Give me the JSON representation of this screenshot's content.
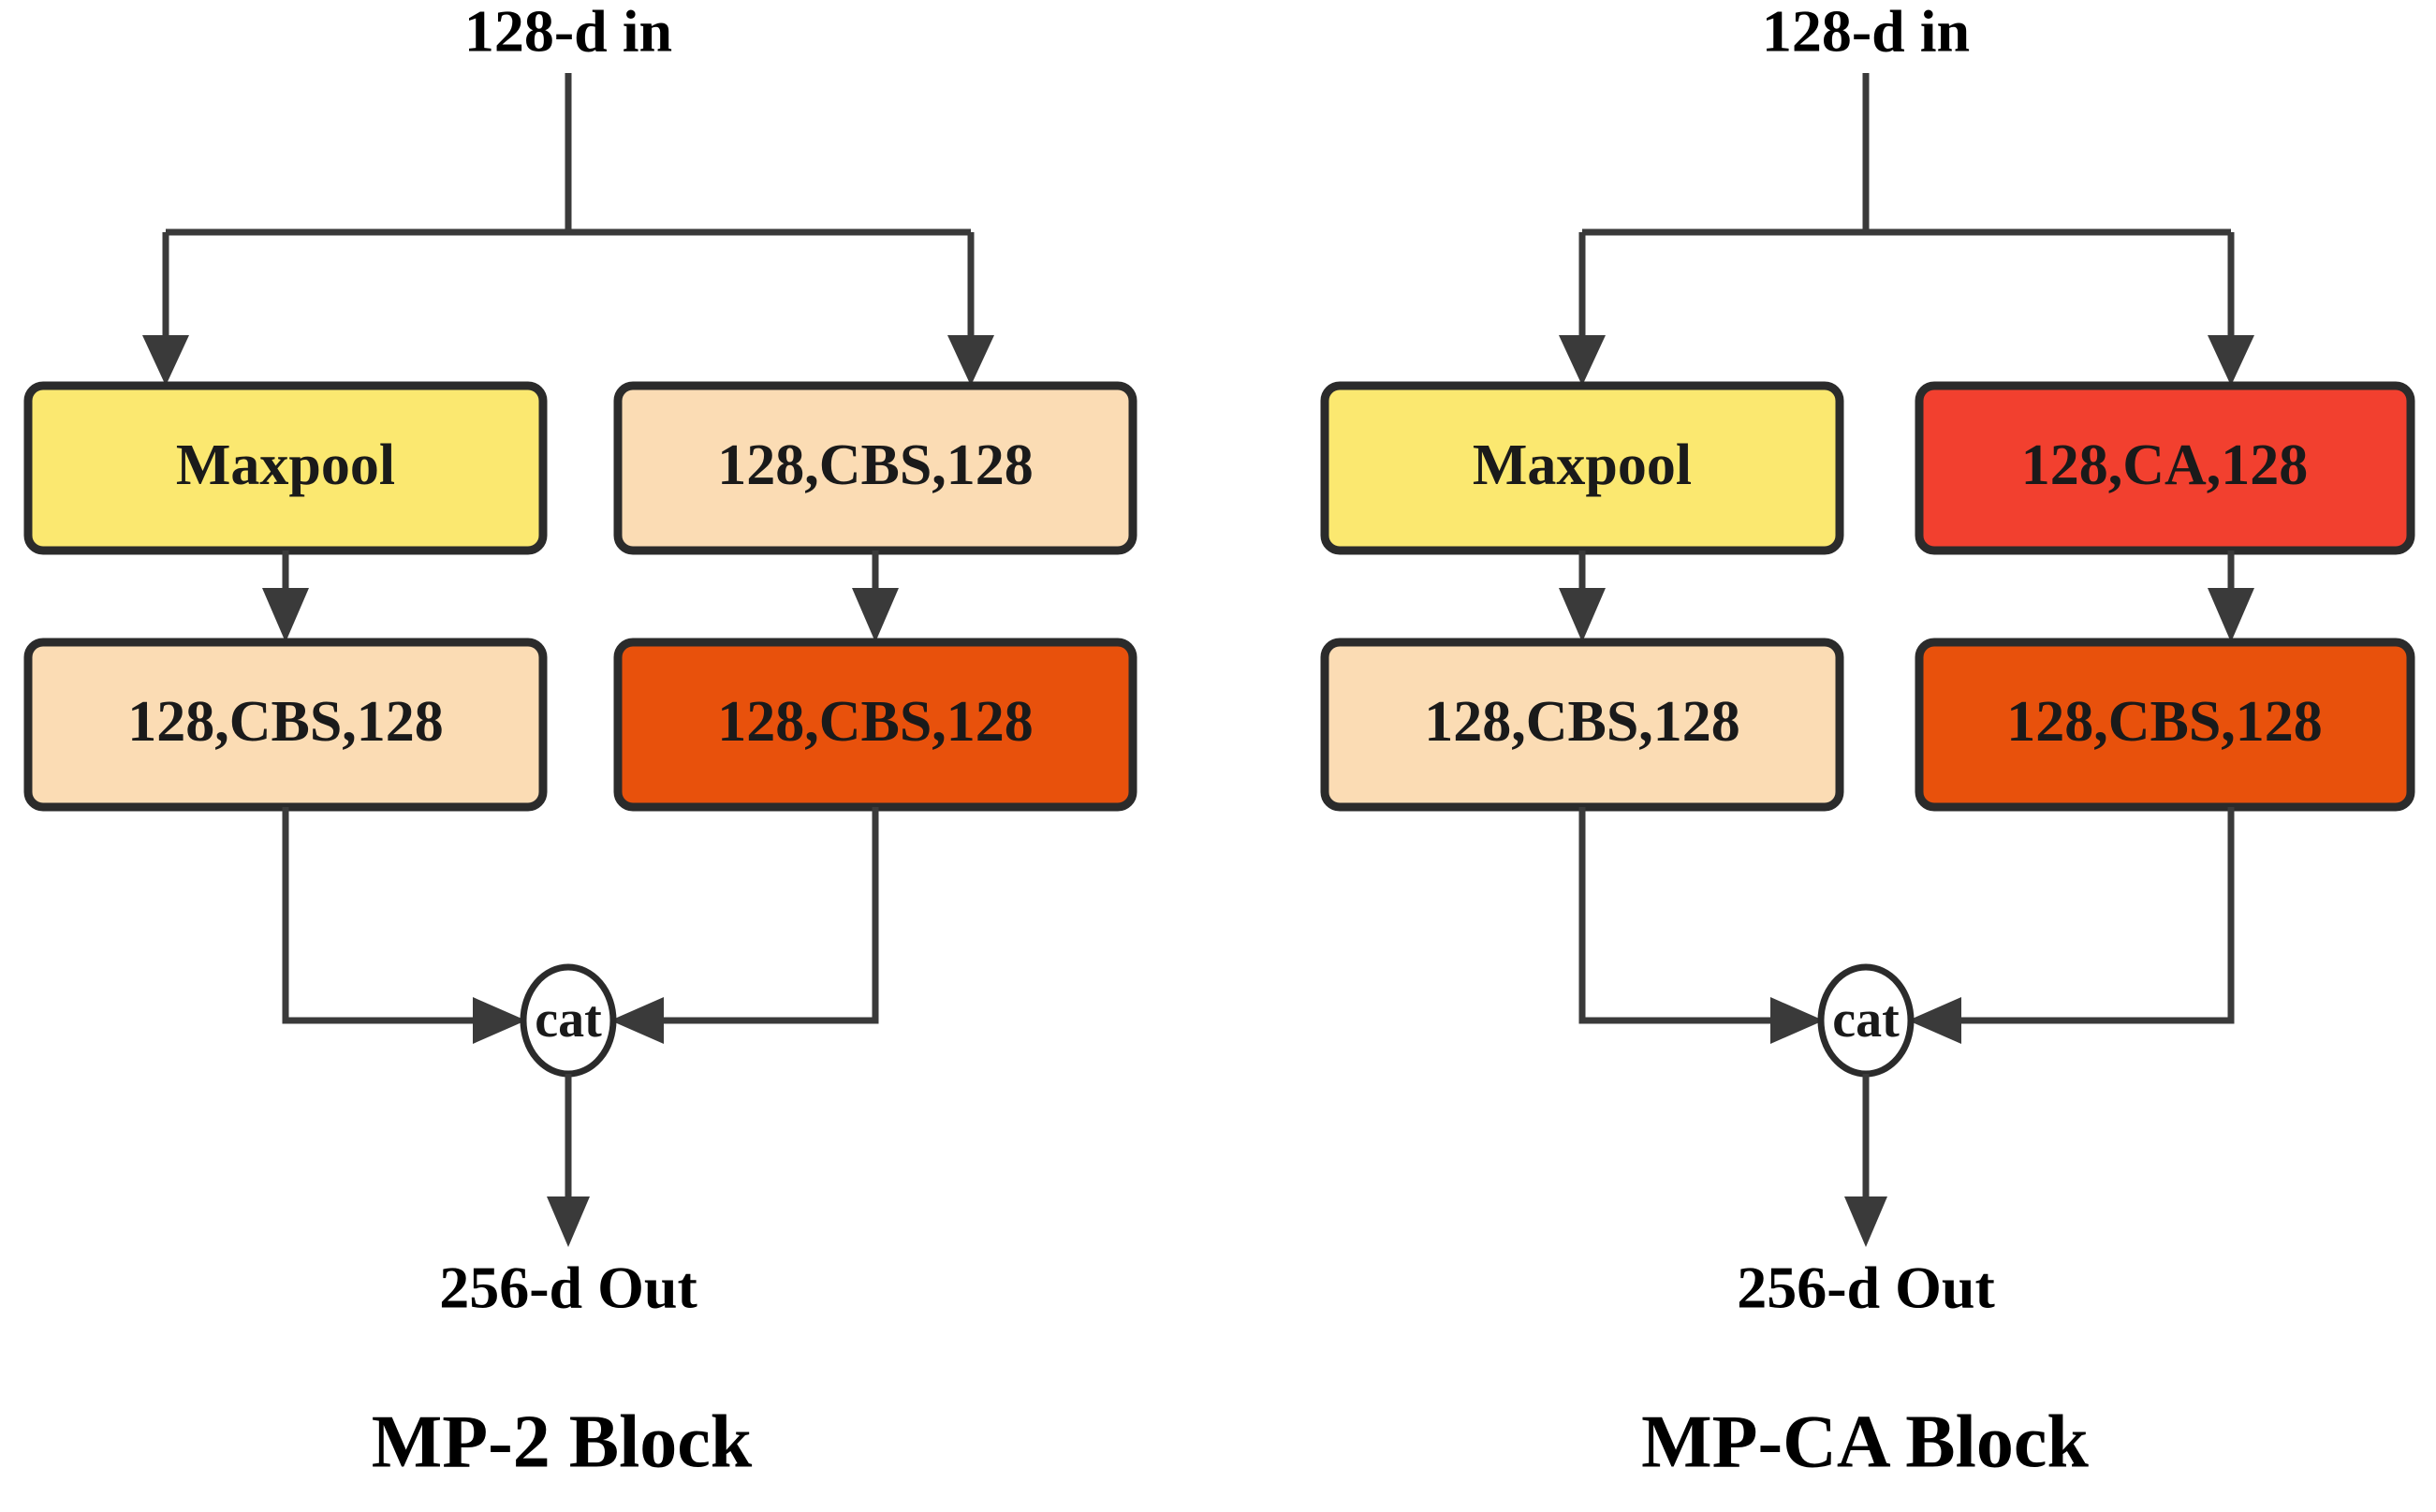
{
  "figure": {
    "title": "MP-2 Block and MP-CA Block architecture diagram",
    "background": "#ffffff",
    "line_color": "#3a3a3a",
    "border_color": "#2b2b2b",
    "text_color": "#1a1a1a"
  },
  "palette": {
    "maxpool_yellow": "#FBE870",
    "cbs_peach": "#FBDCB4",
    "cbs_orange": "#E8510C",
    "ca_red": "#F2402F",
    "circle_fill": "#ffffff"
  },
  "blocks": [
    {
      "id": "mp2",
      "caption": "MP-2 Block",
      "input_label": "128-d in",
      "output_label": "256-d Out",
      "merge_label": "cat",
      "nodes": [
        {
          "id": "mp2-left-top",
          "label": "Maxpool",
          "fill_key": "maxpool_yellow",
          "branch": "left",
          "row": "top"
        },
        {
          "id": "mp2-right-top",
          "label": "128,CBS,128",
          "fill_key": "cbs_peach",
          "branch": "right",
          "row": "top"
        },
        {
          "id": "mp2-left-bottom",
          "label": "128,CBS,128",
          "fill_key": "cbs_peach",
          "branch": "left",
          "row": "bottom"
        },
        {
          "id": "mp2-right-bottom",
          "label": "128,CBS,128",
          "fill_key": "cbs_orange",
          "branch": "right",
          "row": "bottom"
        }
      ]
    },
    {
      "id": "mpca",
      "caption": "MP-CA Block",
      "input_label": "128-d in",
      "output_label": "256-d Out",
      "merge_label": "cat",
      "nodes": [
        {
          "id": "mpca-left-top",
          "label": "Maxpool",
          "fill_key": "maxpool_yellow",
          "branch": "left",
          "row": "top"
        },
        {
          "id": "mpca-right-top",
          "label": "128,CA,128",
          "fill_key": "ca_red",
          "branch": "right",
          "row": "top"
        },
        {
          "id": "mpca-left-bottom",
          "label": "128,CBS,128",
          "fill_key": "cbs_peach",
          "branch": "left",
          "row": "bottom"
        },
        {
          "id": "mpca-right-bottom",
          "label": "128,CBS,128",
          "fill_key": "cbs_orange",
          "branch": "right",
          "row": "bottom"
        }
      ]
    }
  ]
}
